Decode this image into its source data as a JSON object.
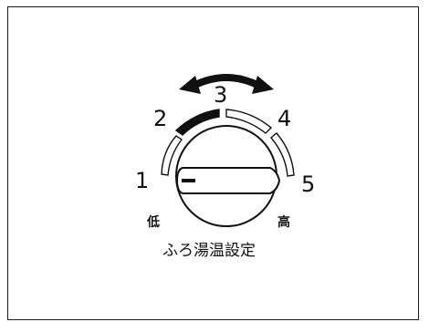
{
  "dial": {
    "positions": [
      "1",
      "2",
      "3",
      "4",
      "5"
    ],
    "selected_position": "3",
    "low_label": "低",
    "high_label": "高"
  },
  "caption": "ふろ湯温設定",
  "colors": {
    "ink": "#111111",
    "background": "#ffffff"
  },
  "icons": {
    "adjust_arrow": "double-arrow-icon"
  }
}
